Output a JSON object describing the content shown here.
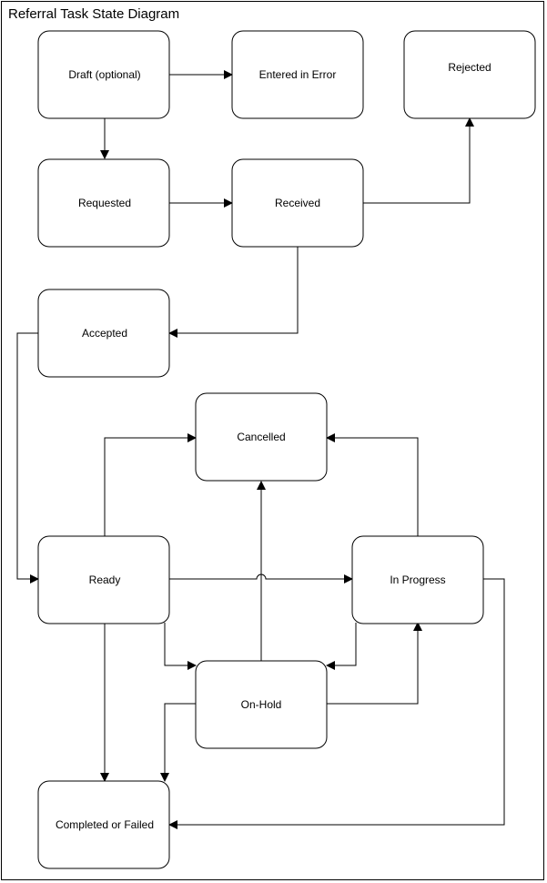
{
  "diagram": {
    "title": "Referral Task State Diagram",
    "states": {
      "draft": "Draft (optional)",
      "entered_in_error": "Entered in Error",
      "rejected": "Rejected",
      "requested": "Requested",
      "received": "Received",
      "accepted": "Accepted",
      "cancelled": "Cancelled",
      "ready": "Ready",
      "in_progress": "In Progress",
      "on_hold": "On-Hold",
      "completed_or_failed": "Completed or Failed"
    },
    "transitions": [
      {
        "from": "draft",
        "to": "entered_in_error"
      },
      {
        "from": "draft",
        "to": "requested"
      },
      {
        "from": "requested",
        "to": "received"
      },
      {
        "from": "received",
        "to": "rejected"
      },
      {
        "from": "received",
        "to": "accepted"
      },
      {
        "from": "accepted",
        "to": "ready"
      },
      {
        "from": "ready",
        "to": "cancelled"
      },
      {
        "from": "ready",
        "to": "in_progress"
      },
      {
        "from": "ready",
        "to": "on_hold"
      },
      {
        "from": "ready",
        "to": "completed_or_failed"
      },
      {
        "from": "in_progress",
        "to": "cancelled"
      },
      {
        "from": "in_progress",
        "to": "on_hold"
      },
      {
        "from": "in_progress",
        "to": "completed_or_failed"
      },
      {
        "from": "on_hold",
        "to": "cancelled"
      },
      {
        "from": "on_hold",
        "to": "in_progress"
      },
      {
        "from": "on_hold",
        "to": "completed_or_failed"
      }
    ]
  }
}
